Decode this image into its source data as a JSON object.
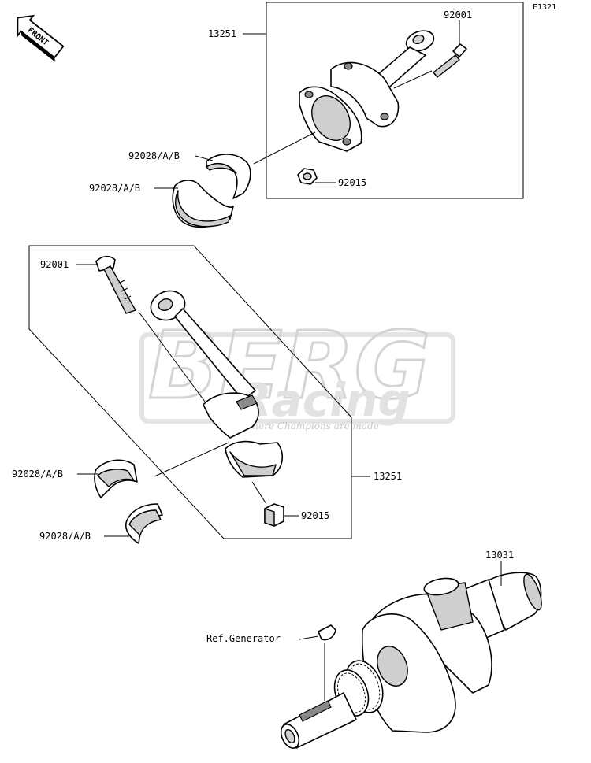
{
  "diagram_code": "E1321",
  "front_marker": "FRONT",
  "watermark": {
    "brand_top": "BERG",
    "brand_bottom": "Racing",
    "tagline": "Where Champions are made"
  },
  "callouts": {
    "upper_rod_assembly": "13251",
    "upper_bolt": "92001",
    "upper_nut": "92015",
    "upper_bearing_1": "92028/A/B",
    "upper_bearing_2": "92028/A/B",
    "lower_bolt": "92001",
    "lower_rod_assembly": "13251",
    "lower_bearing_1": "92028/A/B",
    "lower_bearing_2": "92028/A/B",
    "lower_nut": "92015",
    "crankshaft": "13031",
    "key_ref": "Ref.Generator"
  }
}
